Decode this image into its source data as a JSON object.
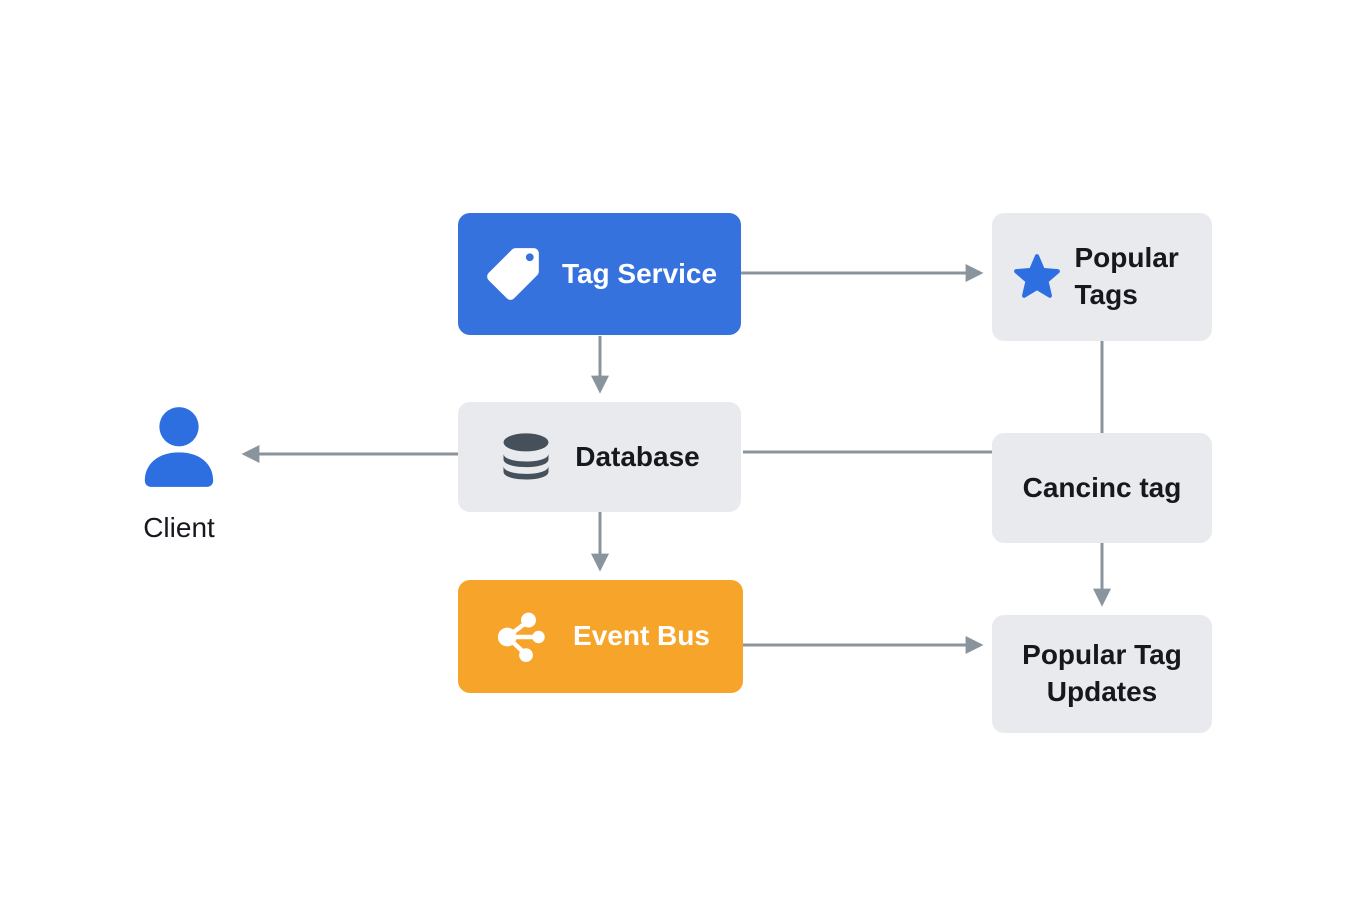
{
  "colors": {
    "blue": "#3572DE",
    "orange": "#F7A42A",
    "gray_box": "#E9EAEE",
    "arrow": "#8A949C",
    "icon_blue": "#2D6FE1",
    "icon_dark": "#46505A",
    "text": "#15181D"
  },
  "nodes": {
    "tag_service": {
      "label": "Tag Service",
      "icon": "tag-icon",
      "variant": "blue"
    },
    "popular_tags": {
      "label": "Popular Tags",
      "icon": "star-icon",
      "variant": "gray"
    },
    "database": {
      "label": "Database",
      "icon": "database-icon",
      "variant": "gray"
    },
    "cancinc_tag": {
      "label": "Cancinc tag",
      "icon": null,
      "variant": "gray"
    },
    "event_bus": {
      "label": "Event Bus",
      "icon": "hub-icon",
      "variant": "orange"
    },
    "popular_tag_updates": {
      "label": "Popular Tag Updates",
      "icon": null,
      "variant": "gray"
    },
    "client": {
      "label": "Client",
      "icon": "person-icon",
      "variant": "actor"
    }
  },
  "edges": [
    {
      "from": "tag_service",
      "to": "popular_tags",
      "arrowhead": true
    },
    {
      "from": "tag_service",
      "to": "database",
      "arrowhead": true
    },
    {
      "from": "database",
      "to": "client",
      "arrowhead": true
    },
    {
      "from": "cancinc_tag",
      "to": "database",
      "arrowhead": false
    },
    {
      "from": "popular_tags",
      "to": "cancinc_tag",
      "arrowhead": false
    },
    {
      "from": "database",
      "to": "event_bus",
      "arrowhead": true
    },
    {
      "from": "cancinc_tag",
      "to": "popular_tag_updates",
      "arrowhead": true
    },
    {
      "from": "event_bus",
      "to": "popular_tag_updates",
      "arrowhead": true
    }
  ]
}
